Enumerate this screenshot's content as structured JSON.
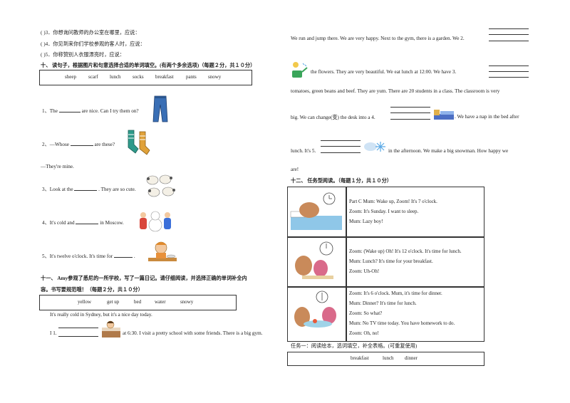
{
  "left": {
    "q3": "(        )3．你想询问教师的办公室在哪里，应说：",
    "q4": "(        )4．你见到来你们学校参观的客人时，应说：",
    "q5": "(        )5．你称赞别人衣服漂亮时，应说：",
    "sec10_title": "十、  读句子，根据图片和句意选择合适的单词填空。(有两个多余选项)（每题２分，共１０分）",
    "sec10_words": [
      "sheep",
      "scarf",
      "lunch",
      "socks",
      "breakfast",
      "pants",
      "snowy"
    ],
    "s1_a": "1、The",
    "s1_b": "are nice. Can I try them on?",
    "s2_a": "2、—Whose",
    "s2_b": "are these?",
    "s2_ans": "—They're mine.",
    "s3_a": "3、Look at the",
    "s3_b": ". They are so cute.",
    "s4_a": "4、It's cold and",
    "s4_b": "in Moscow.",
    "s5_a": "5、It's twelve o'clock. It's time for",
    "s5_b": ".",
    "sec11_title_1": "十一、 Amy参观了悉尼的一所学校，写了一篇日记。请仔细阅读，并选择正确的单词补全内",
    "sec11_title_2": "容。书写要规范哦！（每题２分，共１０分）",
    "sec11_words": [
      "yellow",
      "get up",
      "bed",
      "water",
      "snowy"
    ],
    "diary_1": "It's really cold in Sydney, but it's a nice day today.",
    "diary_2a": "I 1.",
    "diary_2b": "at 6:30. I visit a pretty school with some friends. There is a big gym."
  },
  "right": {
    "p1": "We run and jump there. We are very happy. Next to the gym, there is a garden. We 2.",
    "p2a": "the flowers. They are very beautiful. We eat lunch at 12:00. We have 3.",
    "p3": "tomatoes, green beans and beef. They are yum. There are 20 students in a class. The classroom is very",
    "p4a": "big. We can change(变) the desk into a 4.",
    "p4b": ". We have a nap in the bed after",
    "p5a": "lunch. It's 5.",
    "p5b": "in the afternoon. We make a big snowman. How happy we",
    "p6": "are!",
    "sec12_title": "十二、 任务型阅读。（每题１分，共１０分）",
    "panel1": [
      "Part C Mum: Wake up, Zoom! It's 7 o'clock.",
      "Zoom: It's Sunday. I want to sleep.",
      "Mum: Lazy boy!"
    ],
    "panel2": [
      "Zoom: (Wake up) Oh! It's 12 o'clock. It's time for lunch.",
      "Mum: Lunch? It's time for your breakfast.",
      "Zoom: Uh-Oh!"
    ],
    "panel3": [
      "Zoom: It's 6 o'clock. Mum, it's time for dinner.",
      "Mum: Dinner? It's time for lunch.",
      "Zoom: So what?",
      "Mum: No TV time today. You have homework to do.",
      "Zoom: Oh, no!"
    ],
    "task1": "任务一：阅读绘本，选词填空，补全表格。(可重复使用)",
    "task1_words": [
      "breakfast",
      "lunch",
      "dinner"
    ]
  },
  "icons": [
    "pants-icon",
    "socks-icon",
    "sheep-icon",
    "snow-kids-icon",
    "lunch-icon",
    "bed-icon",
    "watering-icon",
    "sofa-bed-icon",
    "snow-icon",
    "zoom-bed-icon",
    "zoom-clock-icon",
    "zoom-dinner-icon"
  ],
  "colors": {
    "pants": "#3a6fb5",
    "socks": "#2e9a8a",
    "snow": "#5aa9e6"
  }
}
